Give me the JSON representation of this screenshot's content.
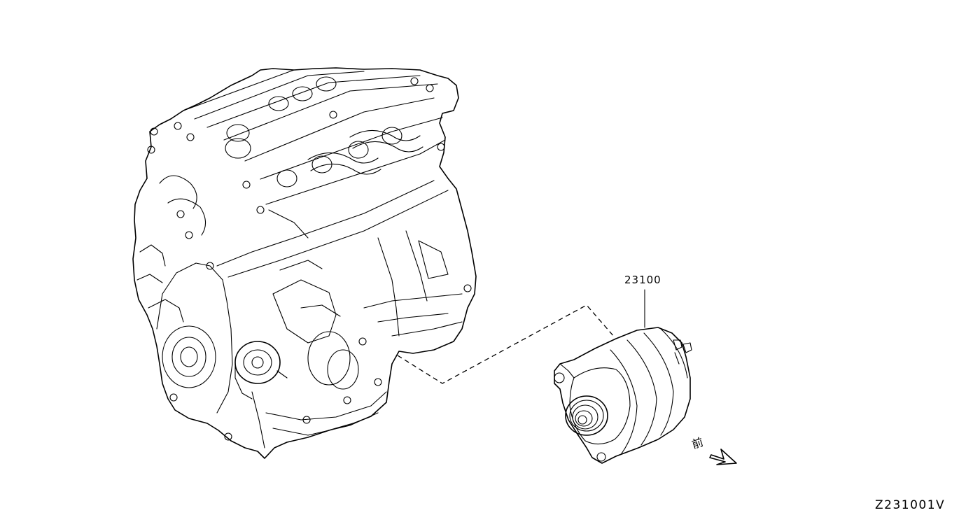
{
  "diagram": {
    "part_number": "23100",
    "front_marker": "前",
    "diagram_code": "Z231001V"
  },
  "icons": {
    "engine": "engine-block-icon",
    "alternator": "alternator-icon",
    "front_arrow": "front-arrow-icon"
  }
}
